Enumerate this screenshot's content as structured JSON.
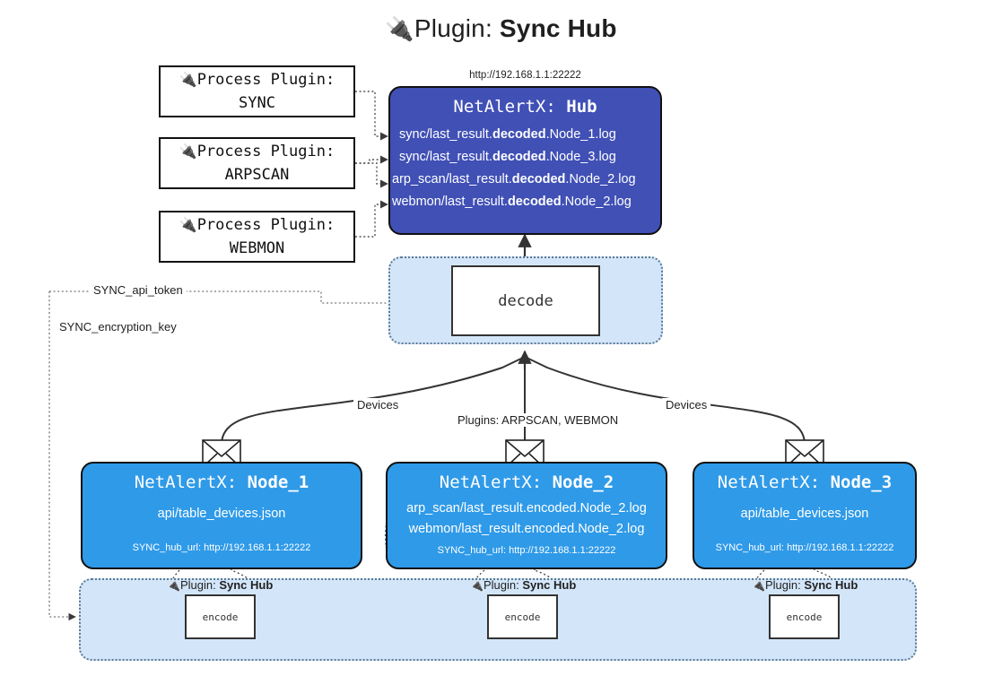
{
  "header": {
    "icon": "plug-icon",
    "label": "Plugin:",
    "value": "Sync Hub",
    "glyph": "🔌"
  },
  "hub": {
    "url_note": "http://192.168.1.1:22222",
    "title_prefix": "NetAlertX:",
    "title_name": "Hub",
    "logs": [
      {
        "pre": "sync/last_result.",
        "bold": "decoded",
        "post": ".Node_1.log"
      },
      {
        "pre": "sync/last_result.",
        "bold": "decoded",
        "post": ".Node_3.log"
      },
      {
        "pre": "arp_scan/last_result.",
        "bold": "decoded",
        "post": ".Node_2.log"
      },
      {
        "pre": "webmon/last_result.",
        "bold": "decoded",
        "post": ".Node_2.log"
      }
    ]
  },
  "process_plugins": [
    {
      "line1": "Process Plugin:",
      "line2": "SYNC",
      "glyph": "🔌"
    },
    {
      "line1": "Process Plugin:",
      "line2": "ARPSCAN",
      "glyph": "🔌"
    },
    {
      "line1": "Process Plugin:",
      "line2": "WEBMON",
      "glyph": "🔌"
    }
  ],
  "decode": {
    "box_label": "decode"
  },
  "settings": {
    "api_token": "SYNC_api_token",
    "encryption_key": "SYNC_encryption_key"
  },
  "edges": {
    "devices_left": "Devices",
    "devices_right": "Devices",
    "plugins_mid": "Plugins: ARPSCAN, WEBMON"
  },
  "nodes": [
    {
      "title_prefix": "NetAlertX:",
      "title_name": "Node_1",
      "lines": [
        "api/table_devices.json"
      ],
      "hub_url": "SYNC_hub_url: http://192.168.1.1:22222",
      "envelope": "envelope-icon"
    },
    {
      "title_prefix": "NetAlertX:",
      "title_name": "Node_2",
      "lines": [
        "arp_scan/last_result.encoded.Node_2.log",
        "webmon/last_result.encoded.Node_2.log"
      ],
      "hub_url": "SYNC_hub_url: http://192.168.1.1:22222",
      "envelope": "envelope-icon"
    },
    {
      "title_prefix": "NetAlertX:",
      "title_name": "Node_3",
      "lines": [
        "api/table_devices.json"
      ],
      "hub_url": "SYNC_hub_url: http://192.168.1.1:22222",
      "envelope": "envelope-icon"
    }
  ],
  "encoders": [
    {
      "caption_label": "Plugin:",
      "caption_value": "Sync Hub",
      "box_label": "encode",
      "glyph": "🔌"
    },
    {
      "caption_label": "Plugin:",
      "caption_value": "Sync Hub",
      "box_label": "encode",
      "glyph": "🔌"
    },
    {
      "caption_label": "Plugin:",
      "caption_value": "Sync Hub",
      "box_label": "encode",
      "glyph": "🔌"
    }
  ],
  "colors": {
    "hub_fill": "#4050b5",
    "node_fill": "#2f9ae8",
    "container_fill": "#d3e6f9",
    "stroke": "#111111"
  }
}
